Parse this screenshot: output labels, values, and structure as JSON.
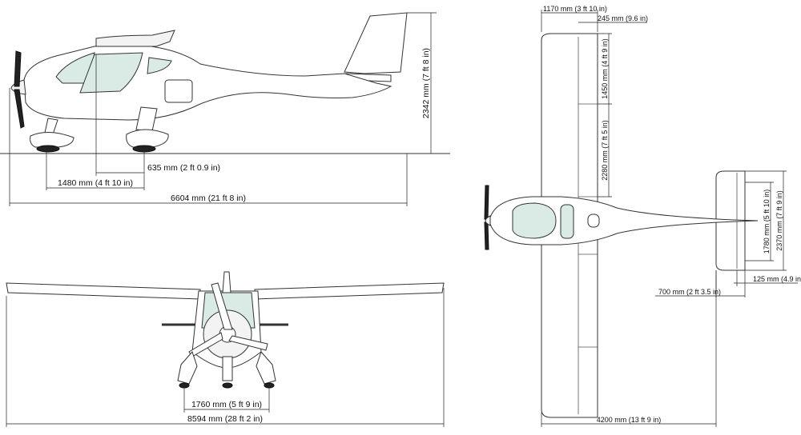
{
  "dimensions": {
    "side": {
      "height": "2342 mm (7 ft 8 in)",
      "wheel_offset": "635 mm (2 ft 0.9 in)",
      "wheelbase": "1480 mm (4 ft 10 in)",
      "length": "6604 mm (21 ft 8 in)"
    },
    "front": {
      "track": "1760 mm (5 ft 9 in)",
      "wingspan": "8594 mm (28 ft 2 in)"
    },
    "top": {
      "wing_chord": "1170 mm (3 ft 10 in)",
      "aileron_chord": "245 mm (9.6 in)",
      "aileron_length": "1450 mm (4 ft 9 in)",
      "flap_length": "2280 mm (7 ft 5 in)",
      "elevator_span": "1780 mm (5 ft 10 in)",
      "stabilizer_span": "2370 mm (7 ft 9 in)",
      "elevator_chord": "125 mm (4.9 in)",
      "stabilizer_chord": "700 mm (2 ft 3.5 in)",
      "wing_half_span": "4200 mm (13 ft 9 in)"
    }
  }
}
